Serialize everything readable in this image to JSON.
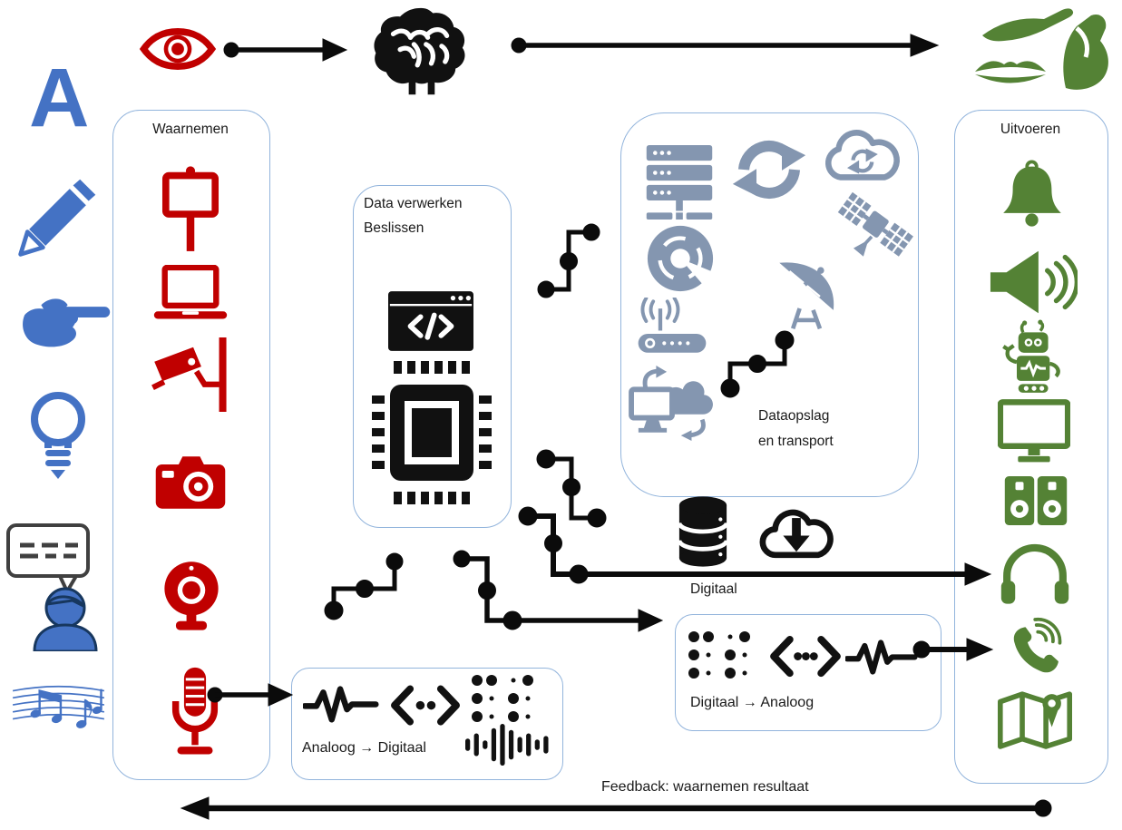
{
  "colors": {
    "input_red": "#C00000",
    "analog_source_blue": "#4472C4",
    "output_green": "#548235",
    "storage_gray_blue": "#8496B0",
    "diagram_black": "#111111",
    "box_border_blue": "#92B4DC"
  },
  "left_column": {
    "letter_a": "A",
    "icon_names": [
      "letter-a",
      "pencil-icon",
      "pointing-hand-icon",
      "lightbulb-icon",
      "speaking-person-icon",
      "music-notes-icon"
    ]
  },
  "top_flow": {
    "icon_names": [
      "eye-icon",
      "brain-icon",
      "hand-icon",
      "lips-icon",
      "muscle-icon"
    ]
  },
  "boxes": {
    "waarnemen": {
      "title": "Waarnemen",
      "icon_names": [
        "sign-icon",
        "laptop-icon",
        "cctv-icon",
        "photo-camera-icon",
        "webcam-icon",
        "microphone-icon"
      ]
    },
    "data_verwerken": {
      "title_line1": "Data verwerken",
      "title_line2": "Beslissen",
      "icon_names": [
        "code-window-icon",
        "cpu-icon"
      ]
    },
    "dataopslag": {
      "title_line1": "Dataopslag",
      "title_line2": "en transport",
      "icon_names": [
        "server-icon",
        "sync-icon",
        "cloud-sync-icon",
        "satellite-icon",
        "cd-icon",
        "satellite-dish-icon",
        "wifi-router-icon",
        "cloud-computing-icon",
        "circuit-connector-icon"
      ]
    },
    "analoog_digitaal": {
      "title": "Analoog → Digitaal",
      "icon_names": [
        "waveform-icon",
        "data-transfer-icon",
        "braille-icon",
        "audio-bars-icon"
      ]
    },
    "digitaal_analoog": {
      "title": "Digitaal → Analoog",
      "icon_names": [
        "braille-icon",
        "data-transfer-icon",
        "waveform-icon"
      ]
    },
    "uitvoeren": {
      "title": "Uitvoeren",
      "icon_names": [
        "bell-icon",
        "loudspeaker-icon",
        "robot-icon",
        "monitor-icon",
        "stereo-speakers-icon",
        "headphones-icon",
        "phone-icon",
        "map-icon"
      ]
    }
  },
  "middle": {
    "digitaal_label": "Digitaal",
    "icon_names": [
      "database-icon",
      "cloud-download-icon",
      "circuit-connector-icon"
    ]
  },
  "feedback": {
    "label": "Feedback: waarnemen resultaat"
  }
}
